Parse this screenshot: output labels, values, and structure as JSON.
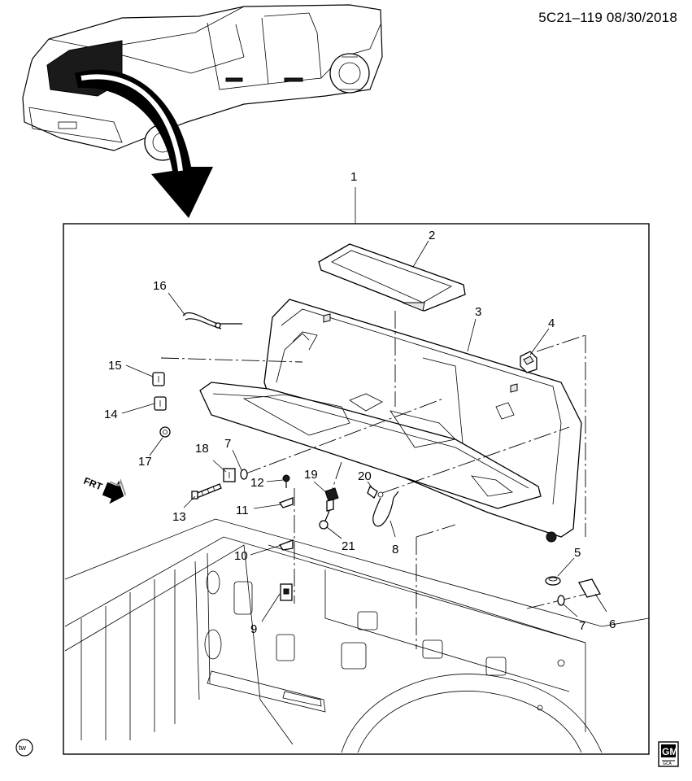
{
  "header": {
    "figure_id": "5C21–119  08/30/2018"
  },
  "badges": {
    "direction": "FRT",
    "brand_top": "GM",
    "brand_bottom": "GCA",
    "corner_mark": "tw"
  },
  "callouts": [
    "1",
    "2",
    "3",
    "4",
    "5",
    "6",
    "7",
    "7",
    "8",
    "9",
    "10",
    "11",
    "12",
    "13",
    "14",
    "15",
    "16",
    "17",
    "18",
    "19",
    "20",
    "21"
  ],
  "parts": [
    {
      "number": "1",
      "kind": "assembly-frame"
    },
    {
      "number": "2",
      "kind": "tray"
    },
    {
      "number": "3",
      "kind": "storage-bin"
    },
    {
      "number": "4",
      "kind": "clip"
    },
    {
      "number": "5",
      "kind": "bumper"
    },
    {
      "number": "6",
      "kind": "bracket"
    },
    {
      "number": "7",
      "kind": "washer"
    },
    {
      "number": "8",
      "kind": "strap"
    },
    {
      "number": "9",
      "kind": "striker"
    },
    {
      "number": "10",
      "kind": "spacer"
    },
    {
      "number": "11",
      "kind": "spacer"
    },
    {
      "number": "12",
      "kind": "screw"
    },
    {
      "number": "13",
      "kind": "bolt"
    },
    {
      "number": "14",
      "kind": "clip"
    },
    {
      "number": "15",
      "kind": "clip"
    },
    {
      "number": "16",
      "kind": "cable"
    },
    {
      "number": "17",
      "kind": "fastener"
    },
    {
      "number": "18",
      "kind": "bracket"
    },
    {
      "number": "19",
      "kind": "latch"
    },
    {
      "number": "20",
      "kind": "hook"
    },
    {
      "number": "21",
      "kind": "pin"
    }
  ]
}
